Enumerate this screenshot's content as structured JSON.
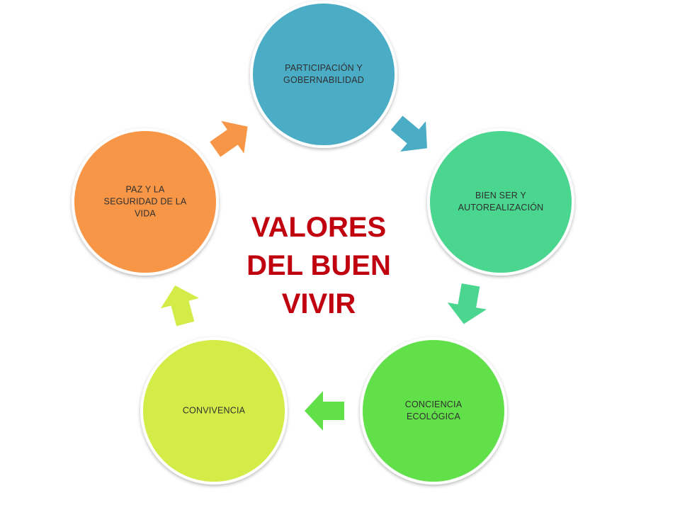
{
  "title": {
    "lines": [
      "VALORES",
      "DEL BUEN",
      "VIVIR"
    ],
    "color": "#c0000f"
  },
  "nodes": [
    {
      "id": "participacion",
      "lines": [
        "PARTICIPACIÓN Y",
        "GOBERNABILIDAD"
      ],
      "color": "#4bacc6"
    },
    {
      "id": "bien-ser",
      "lines": [
        "BIEN SER Y",
        "AUTOREALIZACIÓN"
      ],
      "color": "#4bd68f"
    },
    {
      "id": "conciencia",
      "lines": [
        "CONCIENCIA",
        "ECOLÓGICA"
      ],
      "color": "#62e04a"
    },
    {
      "id": "convivencia",
      "lines": [
        "CONVIVENCIA"
      ],
      "color": "#d4ec47"
    },
    {
      "id": "paz",
      "lines": [
        "PAZ Y LA",
        "SEGURIDAD DE LA",
        "VIDA"
      ],
      "color": "#f79646"
    }
  ]
}
